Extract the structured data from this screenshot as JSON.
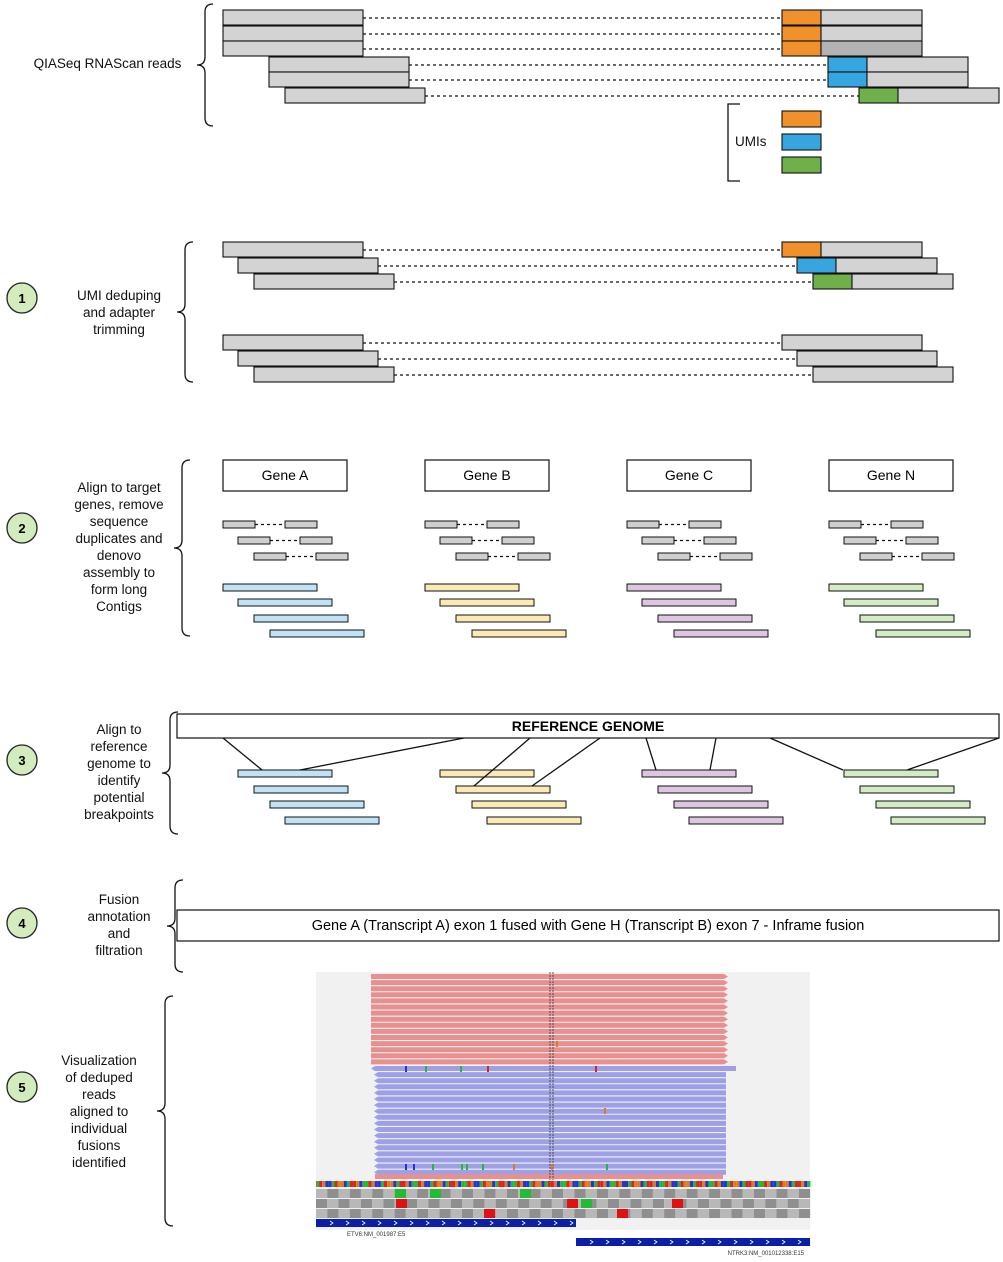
{
  "top": {
    "label": "QIASeq RNAScan reads",
    "umi_label": "UMIs",
    "colors": {
      "orange": "#f0912b",
      "blue": "#37a6e0",
      "green": "#6fb04a",
      "read": "#d3d3d3",
      "read_dark": "#b3b3b3"
    }
  },
  "steps": [
    {
      "number": "1",
      "label_lines": [
        "UMI deduping",
        "and adapter",
        "trimming"
      ]
    },
    {
      "number": "2",
      "label_lines": [
        "Align to target",
        "genes, remove",
        "sequence",
        "duplicates and",
        "denovo",
        "assembly to",
        "form long",
        "Contigs"
      ]
    },
    {
      "number": "3",
      "label_lines": [
        "Align to",
        "reference",
        "genome to",
        "identify",
        "potential",
        "breakpoints"
      ]
    },
    {
      "number": "4",
      "label_lines": [
        "Fusion",
        "annotation",
        "and",
        "filtration"
      ]
    },
    {
      "number": "5",
      "label_lines": [
        "Visualization",
        "of deduped",
        "reads",
        "aligned to",
        "individual",
        "fusions",
        "identified"
      ]
    }
  ],
  "step_circle_color": "#d2ecbe",
  "genes": [
    {
      "name": "Gene A",
      "contig_color": "#bfe2f6"
    },
    {
      "name": "Gene B",
      "contig_color": "#fbeab4"
    },
    {
      "name": "Gene C",
      "contig_color": "#ddc7e0"
    },
    {
      "name": "Gene N",
      "contig_color": "#d3ecc4"
    }
  ],
  "reference_genome": "REFERENCE GENOME",
  "fusion_result": "Gene A (Transcript A) exon 1 fused with Gene H (Transcript B) exon 7 - Inframe fusion",
  "igv": {
    "gene_left": "ETV6:NM_001987:E5",
    "gene_right": "NTRK3:NM_001012338:E15",
    "colors": {
      "red_reads": "#e8908f",
      "blue_reads": "#9da0e6",
      "track": "#0c1fa8"
    }
  }
}
